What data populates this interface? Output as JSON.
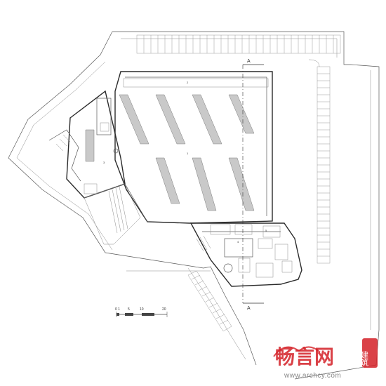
{
  "plan": {
    "section_marker_top": "A",
    "section_marker_bottom": "A",
    "room_numbers": [
      "1",
      "2",
      "3",
      "4",
      "5"
    ],
    "scale_bar": {
      "ticks": [
        "0 1",
        "5",
        "10",
        "20"
      ]
    }
  },
  "watermark": {
    "logo_text": "畅言网",
    "badge_text": "建筑",
    "url": "www.archcy.com",
    "accent_color": "#d42027"
  }
}
